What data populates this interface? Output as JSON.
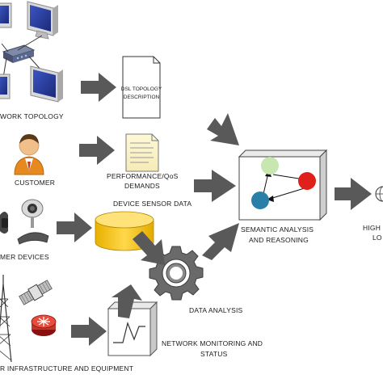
{
  "labels": {
    "network_topology": "WORK TOPOLOGY",
    "customer": "CUSTOMER",
    "customer_devices": "MER DEVICES",
    "infrastructure": "R INFRASTRUCTURE AND EQUIPMENT",
    "dsl_topology_line1": "DSL TOPOLOGY",
    "dsl_topology_line2": "DESCRIPTION",
    "performance_line1": "PERFORMANCE/QoS",
    "performance_line2": "DEMANDS",
    "device_sensor_data": "DEVICE SENSOR DATA",
    "data_analysis": "DATA ANALYSIS",
    "network_monitoring_line1": "NETWORK MONITORING AND",
    "network_monitoring_line2": "STATUS",
    "semantic_line1": "SEMANTIC ANALYSIS",
    "semantic_line2": "AND REASONING",
    "high_line1": "HIGH",
    "high_line2": "LO"
  },
  "colors": {
    "arrow": "#595959",
    "node_green": "#c8e6b0",
    "node_red": "#e0201b",
    "node_blue": "#2a7fa8",
    "cylinder": "#f5c518",
    "gear": "#6e6e6e",
    "monitor_screen": "#2a3f9e"
  },
  "icons": [
    "computer-icon",
    "hub-icon",
    "person-icon",
    "webcam-icon",
    "wearable-icon",
    "database-icon",
    "gear-icon",
    "satellite-icon",
    "tower-icon",
    "router-icon",
    "graph-icon",
    "globe-icon"
  ]
}
